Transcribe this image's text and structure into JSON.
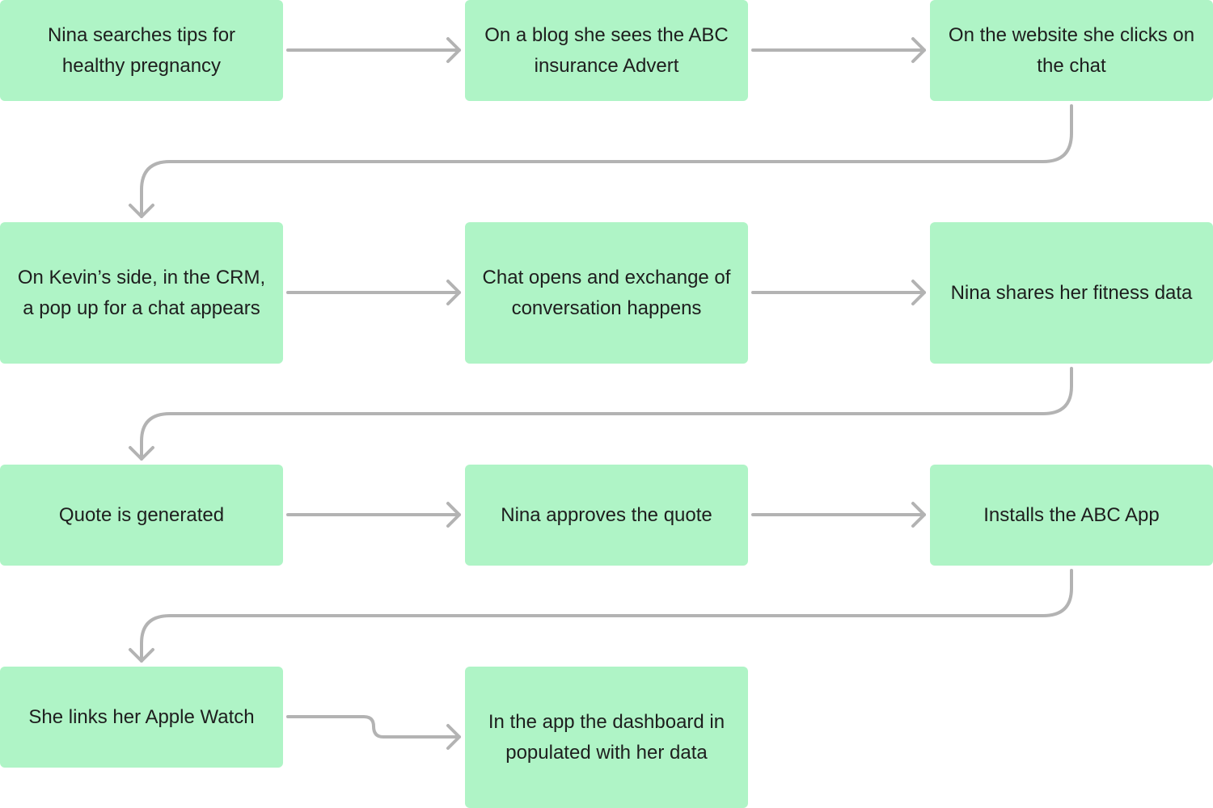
{
  "colors": {
    "node_fill": "#aff4c6",
    "text": "#1e1e1e",
    "connector": "#b3b3b3"
  },
  "nodes": [
    {
      "id": "n1",
      "text": "Nina searches tips for healthy pregnancy"
    },
    {
      "id": "n2",
      "text": "On a blog she sees the ABC insurance Advert"
    },
    {
      "id": "n3",
      "text": "On the website she clicks on the chat"
    },
    {
      "id": "n4",
      "text": "On Kevin’s side, in the CRM, a pop up for a chat appears"
    },
    {
      "id": "n5",
      "text": "Chat opens and exchange of conversation happens"
    },
    {
      "id": "n6",
      "text": "Nina shares her fitness data"
    },
    {
      "id": "n7",
      "text": "Quote is generated"
    },
    {
      "id": "n8",
      "text": "Nina approves the quote"
    },
    {
      "id": "n9",
      "text": "Installs the ABC App"
    },
    {
      "id": "n10",
      "text": "She links her Apple Watch"
    },
    {
      "id": "n11",
      "text": "In the app the dashboard in populated with her data"
    }
  ],
  "edges": [
    {
      "from": "n1",
      "to": "n2"
    },
    {
      "from": "n2",
      "to": "n3"
    },
    {
      "from": "n3",
      "to": "n4"
    },
    {
      "from": "n4",
      "to": "n5"
    },
    {
      "from": "n5",
      "to": "n6"
    },
    {
      "from": "n6",
      "to": "n7"
    },
    {
      "from": "n7",
      "to": "n8"
    },
    {
      "from": "n8",
      "to": "n9"
    },
    {
      "from": "n9",
      "to": "n10"
    },
    {
      "from": "n10",
      "to": "n11"
    }
  ]
}
